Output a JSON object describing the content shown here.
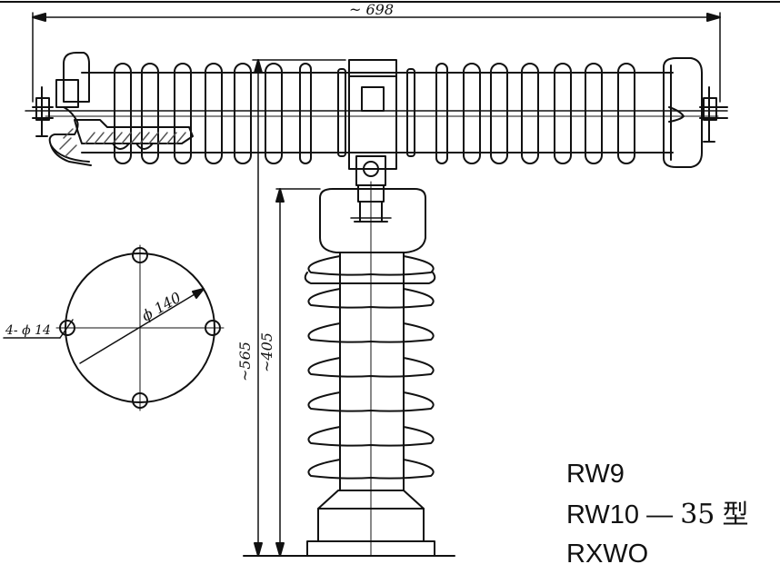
{
  "dimensions": {
    "total_length": "~ 698",
    "height_total": "~565",
    "height_insulator": "~405",
    "bolt_circle": "ϕ 140",
    "hole_spec": "4- ϕ 14"
  },
  "models": {
    "line1": "RW9",
    "line2_prefix": "RW10",
    "line2_dash": "—",
    "line2_num": "35",
    "line2_suffix": "型",
    "line3": "RXWO"
  },
  "colors": {
    "ink": "#111111",
    "hatch": "#555555"
  }
}
